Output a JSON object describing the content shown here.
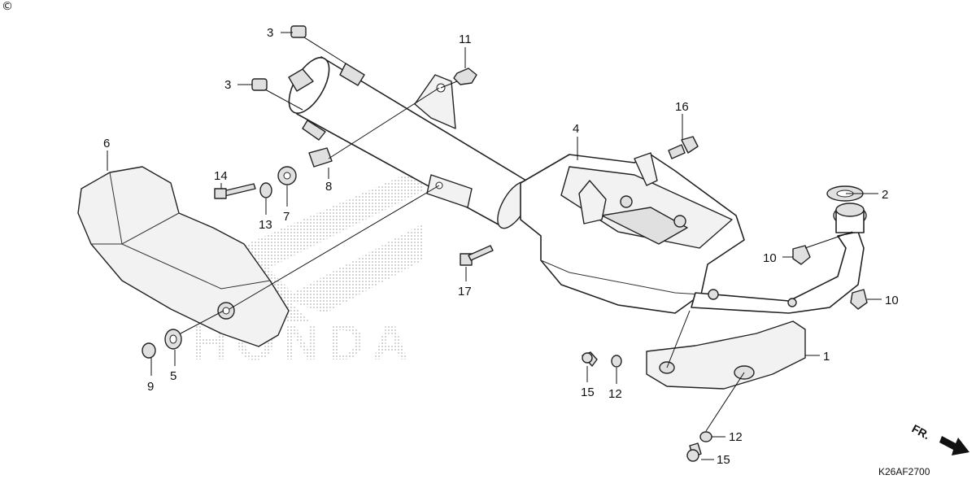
{
  "copyright_symbol": "©",
  "watermark": "HONDA",
  "diagram_code": "K26AF2700",
  "direction_label": "FR.",
  "callouts": {
    "c1": "1",
    "c2": "2",
    "c3a": "3",
    "c3b": "3",
    "c4": "4",
    "c5": "5",
    "c6": "6",
    "c7": "7",
    "c8": "8",
    "c9": "9",
    "c10a": "10",
    "c10b": "10",
    "c11": "11",
    "c12a": "12",
    "c12b": "12",
    "c13": "13",
    "c14": "14",
    "c15a": "15",
    "c15b": "15",
    "c16": "16",
    "c17": "17"
  }
}
